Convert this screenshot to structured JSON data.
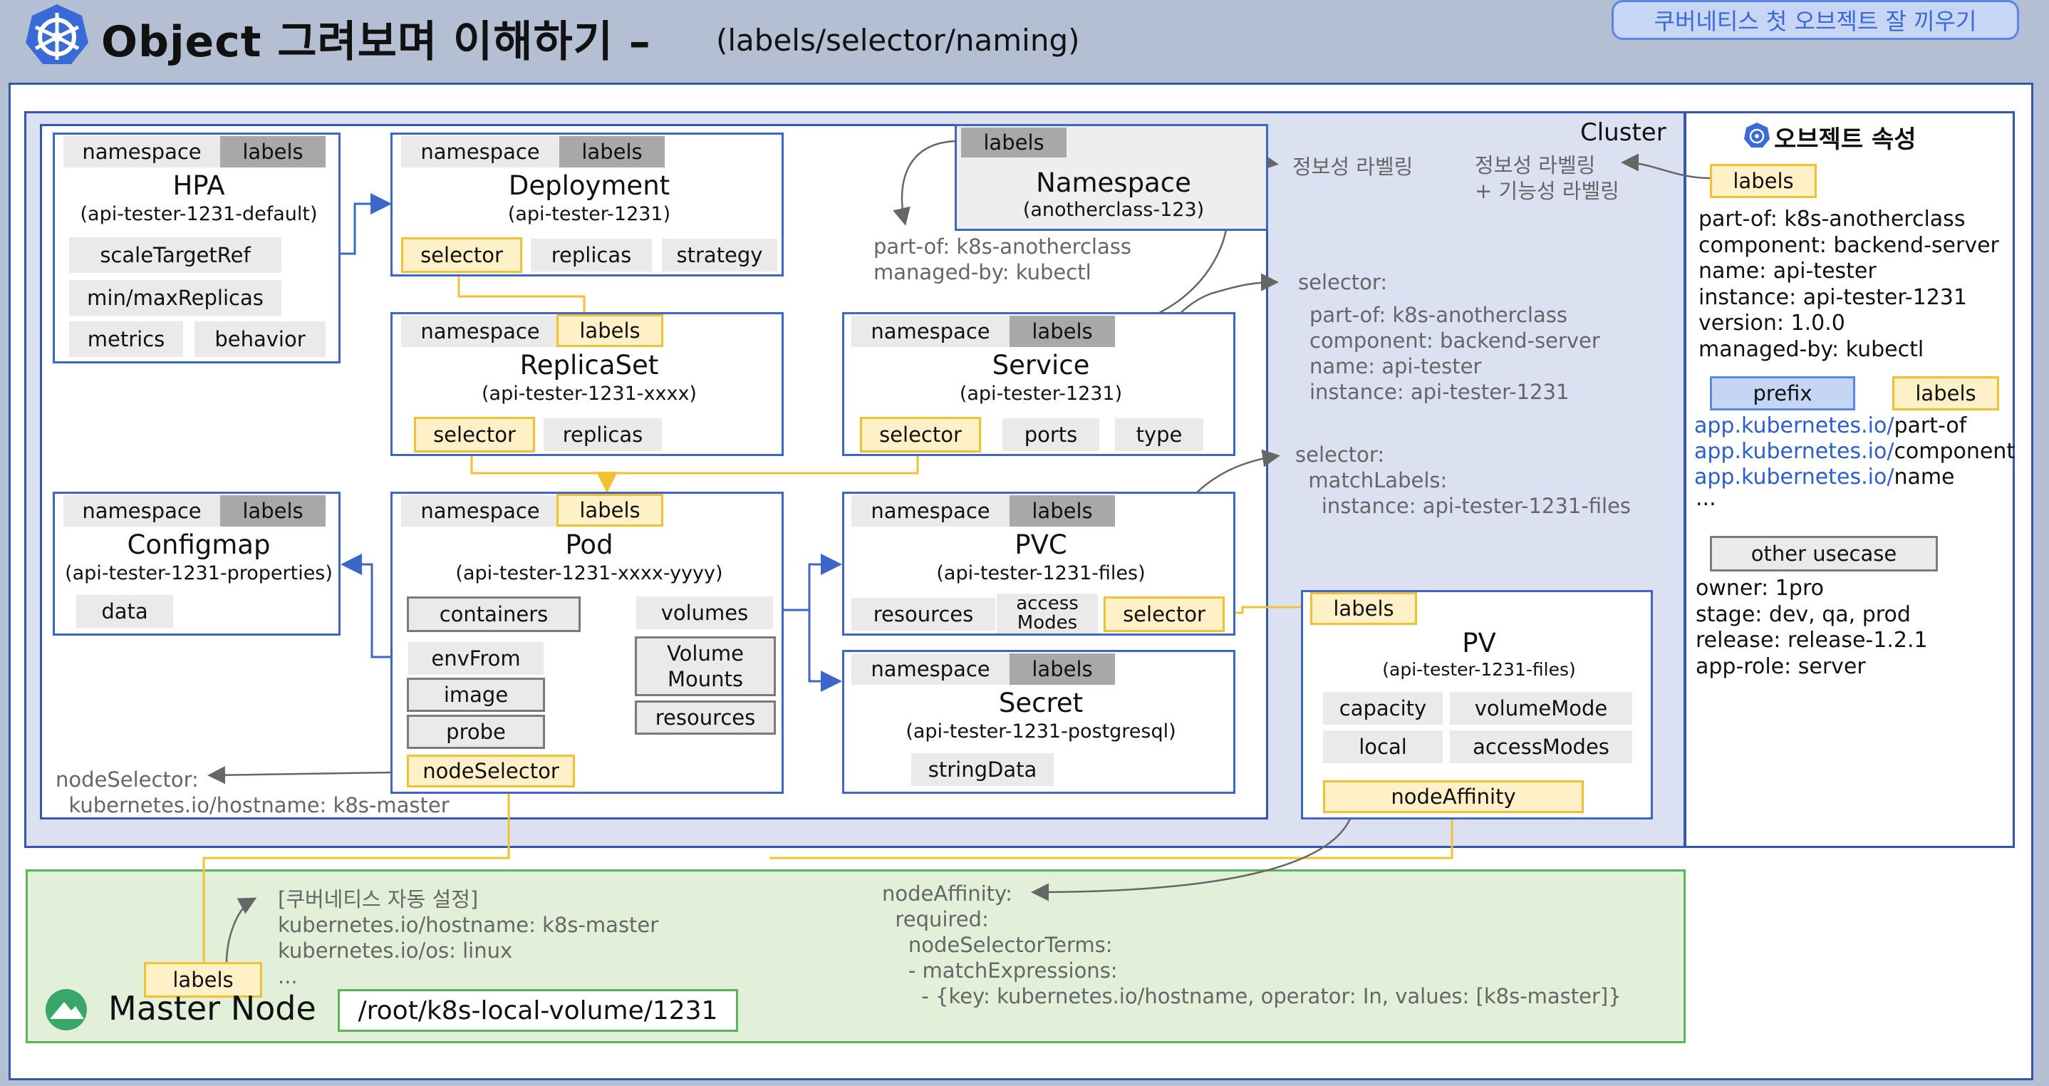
{
  "header": {
    "title": "Object 그려보며 이해하기 –",
    "subtitle": "(labels/selector/naming)",
    "badge": "쿠버네티스 첫 오브젝트 잘 끼우기"
  },
  "cluster": {
    "label": "Cluster"
  },
  "common": {
    "namespace": "namespace",
    "labels": "labels"
  },
  "hpa": {
    "name": "HPA",
    "sub": "(api-tester-1231-default)",
    "scaleTargetRef": "scaleTargetRef",
    "minmax": "min/maxReplicas",
    "metrics": "metrics",
    "behavior": "behavior"
  },
  "deployment": {
    "name": "Deployment",
    "sub": "(api-tester-1231)",
    "selector": "selector",
    "replicas": "replicas",
    "strategy": "strategy"
  },
  "replicaset": {
    "name": "ReplicaSet",
    "sub": "(api-tester-1231-xxxx)",
    "selector": "selector",
    "replicas": "replicas"
  },
  "namespaceObj": {
    "name": "Namespace",
    "sub": "(anotherclass-123)",
    "labels_text": "part-of: k8s-anotherclass\nmanaged-by: kubectl"
  },
  "service": {
    "name": "Service",
    "sub": "(api-tester-1231)",
    "selector": "selector",
    "ports": "ports",
    "type": "type"
  },
  "configmap": {
    "name": "Configmap",
    "sub": "(api-tester-1231-properties)",
    "data": "data"
  },
  "pod": {
    "name": "Pod",
    "sub": "(api-tester-1231-xxxx-yyyy)",
    "containers": "containers",
    "volumes": "volumes",
    "envFrom": "envFrom",
    "image": "image",
    "probe": "probe",
    "volumeMounts": "Volume\nMounts",
    "resources": "resources",
    "nodeSelector": "nodeSelector"
  },
  "pvc": {
    "name": "PVC",
    "sub": "(api-tester-1231-files)",
    "resources": "resources",
    "accessModes": "access\nModes",
    "selector": "selector"
  },
  "secret": {
    "name": "Secret",
    "sub": "(api-tester-1231-postgresql)",
    "stringData": "stringData"
  },
  "pv": {
    "labels": "labels",
    "name": "PV",
    "sub": "(api-tester-1231-files)",
    "capacity": "capacity",
    "volumeMode": "volumeMode",
    "local": "local",
    "accessModes": "accessModes",
    "nodeAffinity": "nodeAffinity"
  },
  "notes": {
    "info_label1": "정보성 라벨링",
    "selector1_title": "selector:",
    "selector1_body": "part-of: k8s-anotherclass\ncomponent: backend-server\nname: api-tester\ninstance: api-tester-1231",
    "selector2": "selector:\n  matchLabels:\n    instance: api-tester-1231-files",
    "nodeSelector": "nodeSelector:\n  kubernetes.io/hostname: k8s-master",
    "auto_labels": "[쿠버네티스 자동 설정]\nkubernetes.io/hostname: k8s-master\nkubernetes.io/os: linux\n...",
    "nodeAffinity": "nodeAffinity:\n  required:\n    nodeSelectorTerms:\n    - matchExpressions:\n      - {key: kubernetes.io/hostname, operator: In, values: [k8s-master]}"
  },
  "sidepanel": {
    "title": "오브젝트 속성",
    "info_label2": "정보성 라벨링\n+ 기능성 라벨링",
    "labels_tag": "labels",
    "labels_list": "part-of: k8s-anotherclass\ncomponent: backend-server\nname: api-tester\ninstance: api-tester-1231\nversion: 1.0.0\nmanaged-by: kubectl",
    "prefix": "prefix",
    "labels_tag2": "labels",
    "prefix_domain": "app.kubernetes.io/",
    "prefix_items": [
      "part-of",
      "component",
      "name"
    ],
    "ellipsis": "...",
    "other_usecase": "other usecase",
    "other_list": "owner: 1pro\nstage: dev, qa, prod\nrelease: release-1.2.1\napp-role: server"
  },
  "master": {
    "labels": "labels",
    "name": "Master Node",
    "path": "/root/k8s-local-volume/1231"
  },
  "colors": {
    "background": "#b4bfd3",
    "frame": "#3556b0",
    "box_border": "#3c66c9",
    "label_yellow": "#fff1c7",
    "label_yellow_border": "#f2c131",
    "node_green": "#e2efd9",
    "node_border": "#5ab55a",
    "prefix_blue": "#2b5fd1"
  }
}
